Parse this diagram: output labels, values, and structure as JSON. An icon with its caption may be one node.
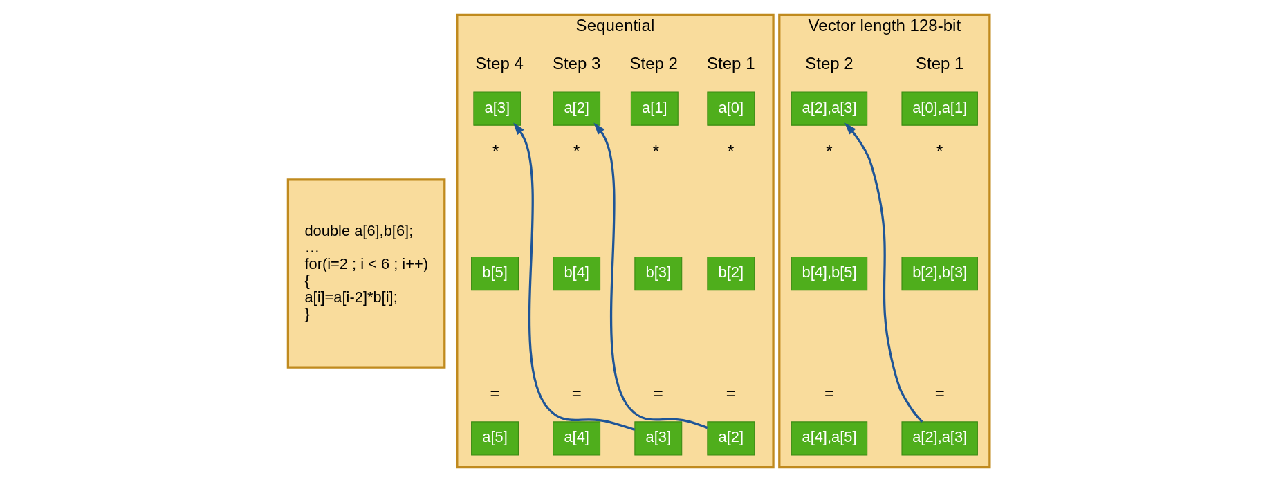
{
  "diagram": {
    "nodes": [
      {
        "text": [
          "double a[6],b[6];",
          "…",
          "for(i=2 ; i < 6 ; i++)",
          "{",
          "a[i]=a[i-2]*b[i];",
          "}"
        ]
      },
      {
        "text": [
          "Sequential"
        ]
      },
      {
        "text": [
          "a[0]"
        ],
        "in": 1
      },
      {
        "text": [
          "a[1]"
        ],
        "in": 1
      },
      {
        "text": [
          "a[2]"
        ],
        "in": 1
      },
      {
        "text": [
          "a[3]"
        ],
        "in": 1
      },
      {
        "text": [
          "b[2]"
        ],
        "in": 1
      },
      {
        "text": [
          "b[3]"
        ],
        "in": 1
      },
      {
        "text": [
          "b[4]"
        ],
        "in": 1
      },
      {
        "text": [
          "b[5]"
        ],
        "in": 1
      },
      {
        "text": [
          "a[2]"
        ],
        "in": 1
      },
      {
        "text": [
          "a[3]"
        ],
        "in": 1
      },
      {
        "text": [
          "a[4]"
        ],
        "in": 1
      },
      {
        "text": [
          "a[5]"
        ],
        "in": 1
      },
      {
        "text": [
          "Vector length 128-bit"
        ]
      },
      {
        "text": [
          "a[0],a[1]"
        ],
        "in": 14
      },
      {
        "text": [
          "a[2],a[3]"
        ],
        "in": 14
      },
      {
        "text": [
          "b[2],b[3]"
        ],
        "in": 14
      },
      {
        "text": [
          "b[4],b[5]"
        ],
        "in": 14
      },
      {
        "text": [
          "a[2],a[3]"
        ],
        "in": 14
      },
      {
        "text": [
          "a[4],a[5]"
        ],
        "in": 14
      }
    ],
    "edges": [
      {
        "from": 10,
        "to": 4,
        "arrow": "to"
      },
      {
        "from": 11,
        "to": 5,
        "arrow": "to"
      },
      {
        "from": 19,
        "to": 16,
        "arrow": "to"
      }
    ],
    "labels": [
      "Step 1",
      "Step 2",
      "Step 3",
      "Step 4",
      "Step 1",
      "Step 2",
      "*",
      "*",
      "*",
      "*",
      "*",
      "*",
      "=",
      "=",
      "=",
      "=",
      "=",
      "="
    ]
  }
}
